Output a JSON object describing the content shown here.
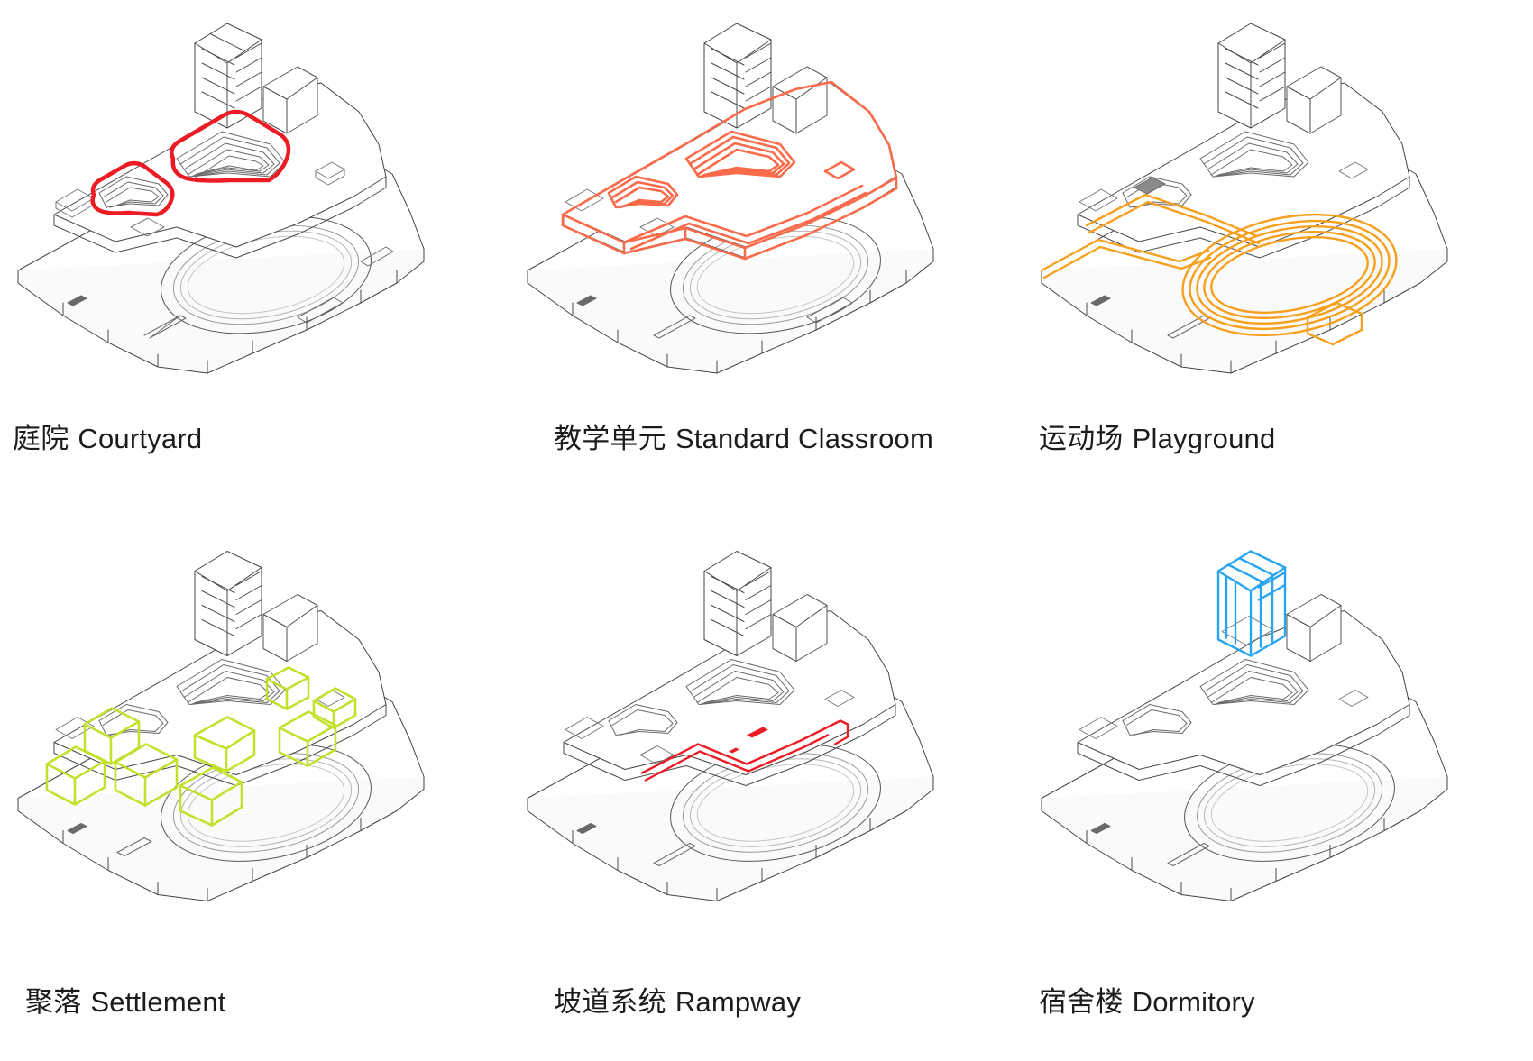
{
  "document": {
    "type": "architectural-axonometric-analysis-sheet",
    "background_color": "#ffffff",
    "line_color": "#3c3c3c",
    "panel_count": 6,
    "layout": "2 rows x 3 columns"
  },
  "palette": {
    "outline": "#3c3c3c",
    "light_outline": "#9a9a9a",
    "fill_light": "#f2f2f2",
    "fill_mid": "#d9d9d9",
    "fill_dark": "#6e6e6e",
    "highlight_red": "#ED1C24",
    "highlight_orange_red": "#FA6B4B",
    "highlight_orange": "#F6A01E",
    "highlight_green": "#C2E12A",
    "highlight_blue": "#28A5F0",
    "caption_text": "#1c1c1c"
  },
  "panels": [
    {
      "id": "courtyard",
      "label_cn": "庭院",
      "label_en": "Courtyard",
      "highlight_color": "#ED1C24",
      "highlight_name": "courtyard-outline",
      "highlight_style": "thick-closed-loop-outline",
      "description": "Two rounded-rectangle courtyard voids on the upper podium outlined in red"
    },
    {
      "id": "standard-classroom",
      "label_cn": "教学单元",
      "label_en": "Standard Classroom",
      "highlight_color": "#FA6B4B",
      "highlight_name": "classroom-volume-outline",
      "highlight_style": "large-perimeter-outline",
      "description": "Entire triangular teaching block perimeter and inner classroom bars outlined in orange-red"
    },
    {
      "id": "playground",
      "label_cn": "运动场",
      "label_en": "Playground",
      "highlight_color": "#F6A01E",
      "highlight_name": "running-track-outline",
      "highlight_style": "oval-track-lanes",
      "description": "Oval running track lanes and field plate outlined in orange"
    },
    {
      "id": "settlement",
      "label_cn": "聚落",
      "label_en": "Settlement",
      "highlight_color": "#C2E12A",
      "highlight_name": "settlement-boxes-outline",
      "highlight_style": "scattered-box-volumes",
      "description": "Cluster of small scattered roof-top box volumes outlined in yellow-green"
    },
    {
      "id": "rampway",
      "label_cn": "坡道系统",
      "label_en": "Rampway",
      "highlight_color": "#ED1C24",
      "highlight_name": "ramp-path-line",
      "highlight_style": "thin-linear-path",
      "description": "Thin red ramp circulation line threading across the podium deck"
    },
    {
      "id": "dormitory",
      "label_cn": "宿舍楼",
      "label_en": "Dormitory",
      "highlight_color": "#28A5F0",
      "highlight_name": "dormitory-tower-outline",
      "highlight_style": "tower-wireframe",
      "description": "Tall slab dormitory tower wireframe outlined in blue"
    }
  ]
}
